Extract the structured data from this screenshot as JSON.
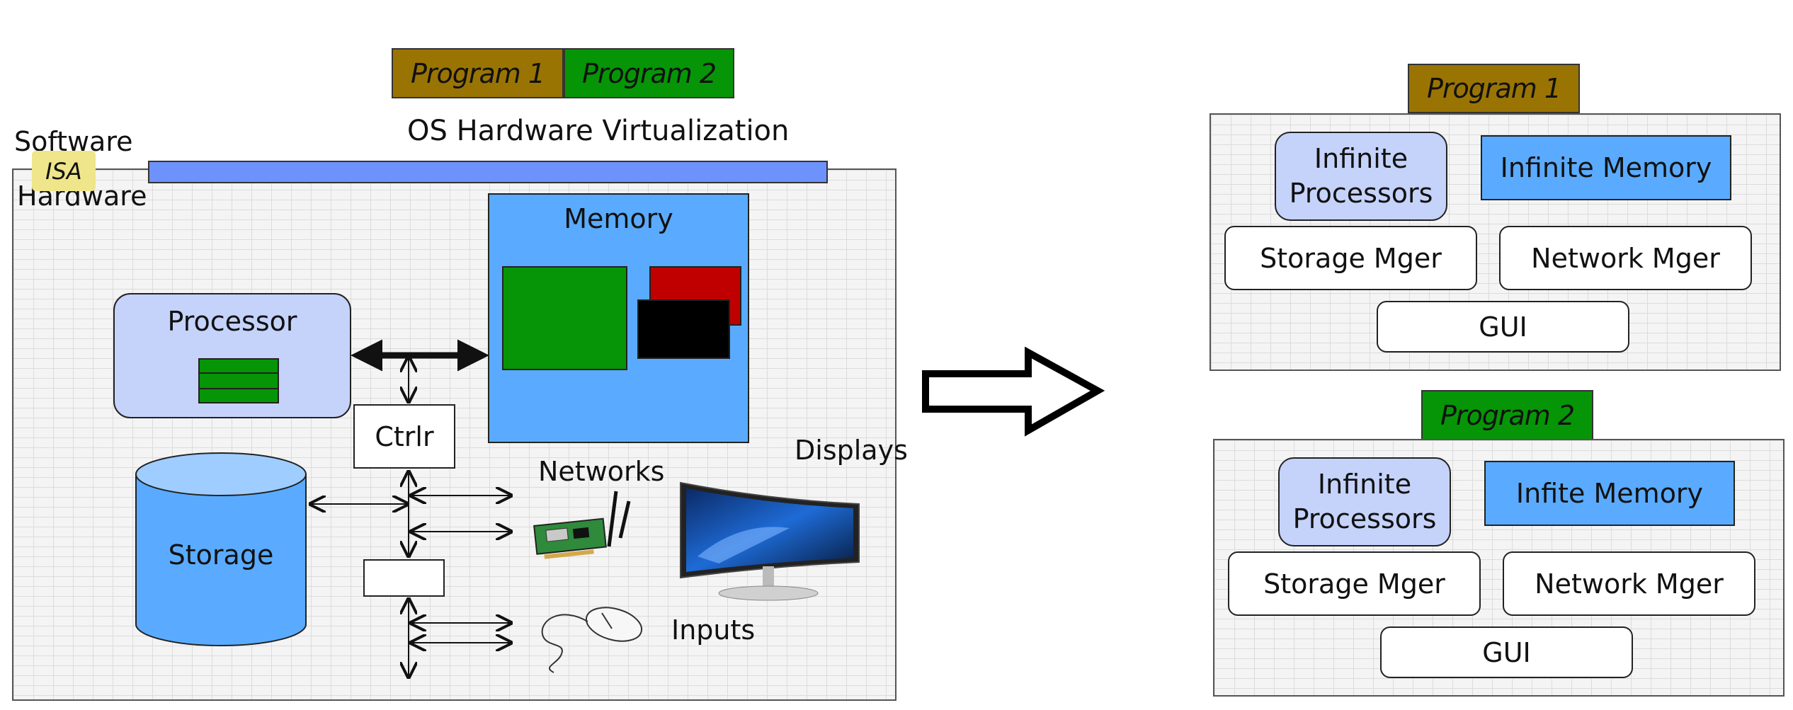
{
  "left": {
    "program1": "Program 1",
    "program2": "Program 2",
    "os_label": "OS Hardware Virtualization",
    "software_label": "Software",
    "hardware_label": "Hardware",
    "isa_label": "ISA",
    "memory_label": "Memory",
    "processor_label": "Processor",
    "ctrlr_label": "Ctrlr",
    "storage_label": "Storage",
    "networks_label": "Networks",
    "displays_label": "Displays",
    "inputs_label": "Inputs"
  },
  "right": {
    "top": {
      "program": "Program 1",
      "processors": "Infinite Processors",
      "memory": "Infinite Memory",
      "storage": "Storage Mger",
      "network": "Network Mger",
      "gui": "GUI"
    },
    "bottom": {
      "program": "Program 2",
      "processors": "Infinite Processors",
      "memory": "Infite Memory",
      "storage": "Storage Mger",
      "network": "Network Mger",
      "gui": "GUI"
    }
  },
  "colors": {
    "program1": "#9a7403",
    "program2": "#069506",
    "processor": "#c5d3fb",
    "memory": "#5aabff",
    "os_bar": "#6e92fb",
    "isa": "#efe58a",
    "red_block": "#c00000"
  }
}
